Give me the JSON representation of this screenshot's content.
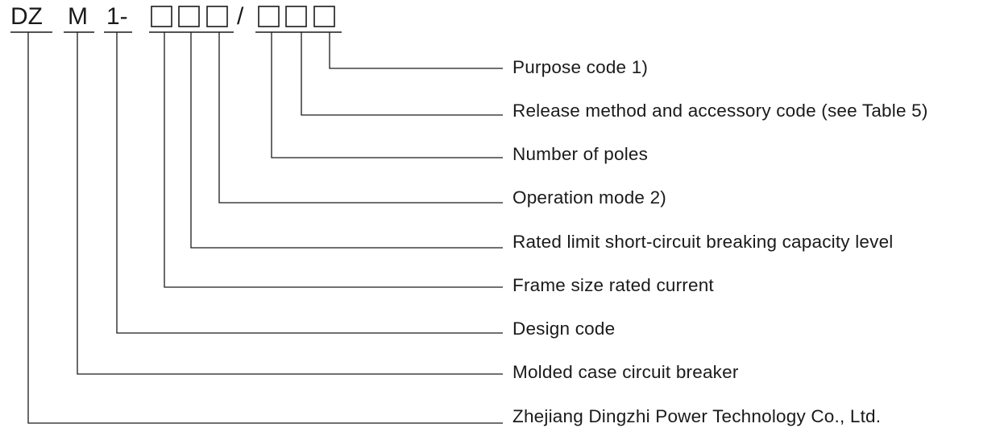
{
  "model_code": {
    "prefix_1": "DZ",
    "prefix_2": "M",
    "prefix_3": "1-",
    "separator": "/"
  },
  "fields": [
    {
      "id": "company",
      "label": "Zhejiang Dingzhi Power Technology Co., Ltd."
    },
    {
      "id": "product-type",
      "label": "Molded case circuit breaker"
    },
    {
      "id": "design-code",
      "label": "Design code"
    },
    {
      "id": "frame-size",
      "label": "Frame size rated current"
    },
    {
      "id": "breaking-level",
      "label": "Rated limit short-circuit breaking capacity level"
    },
    {
      "id": "operation-mode",
      "label": "Operation mode 2)"
    },
    {
      "id": "poles",
      "label": "Number of poles"
    },
    {
      "id": "release-method",
      "label": "Release method and accessory code (see Table 5)"
    },
    {
      "id": "purpose-code",
      "label": "Purpose code 1)"
    }
  ]
}
